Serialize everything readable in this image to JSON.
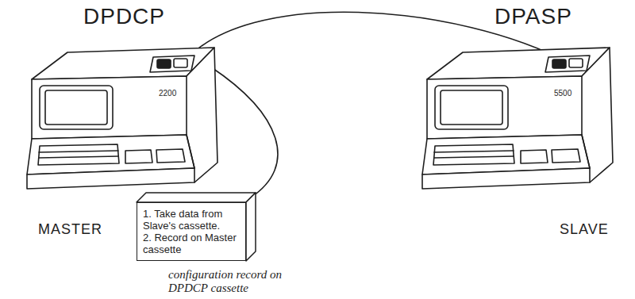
{
  "diagram": {
    "nodes": [
      {
        "text": [
          "DPDCP",
          "2200",
          "MASTER"
        ]
      },
      {
        "text": [
          "DPASP",
          "5500",
          "SLAVE"
        ]
      },
      {
        "text": [
          "1. Take data from Slave's cassette.",
          "2. Record on Master cassette"
        ]
      }
    ],
    "edges": [
      {
        "from": 0,
        "to": 1,
        "arrow": "none"
      },
      {
        "from": 0,
        "to": 2,
        "arrow": "none"
      }
    ],
    "labels": [
      "configuration record on DPDCP cassette"
    ]
  }
}
